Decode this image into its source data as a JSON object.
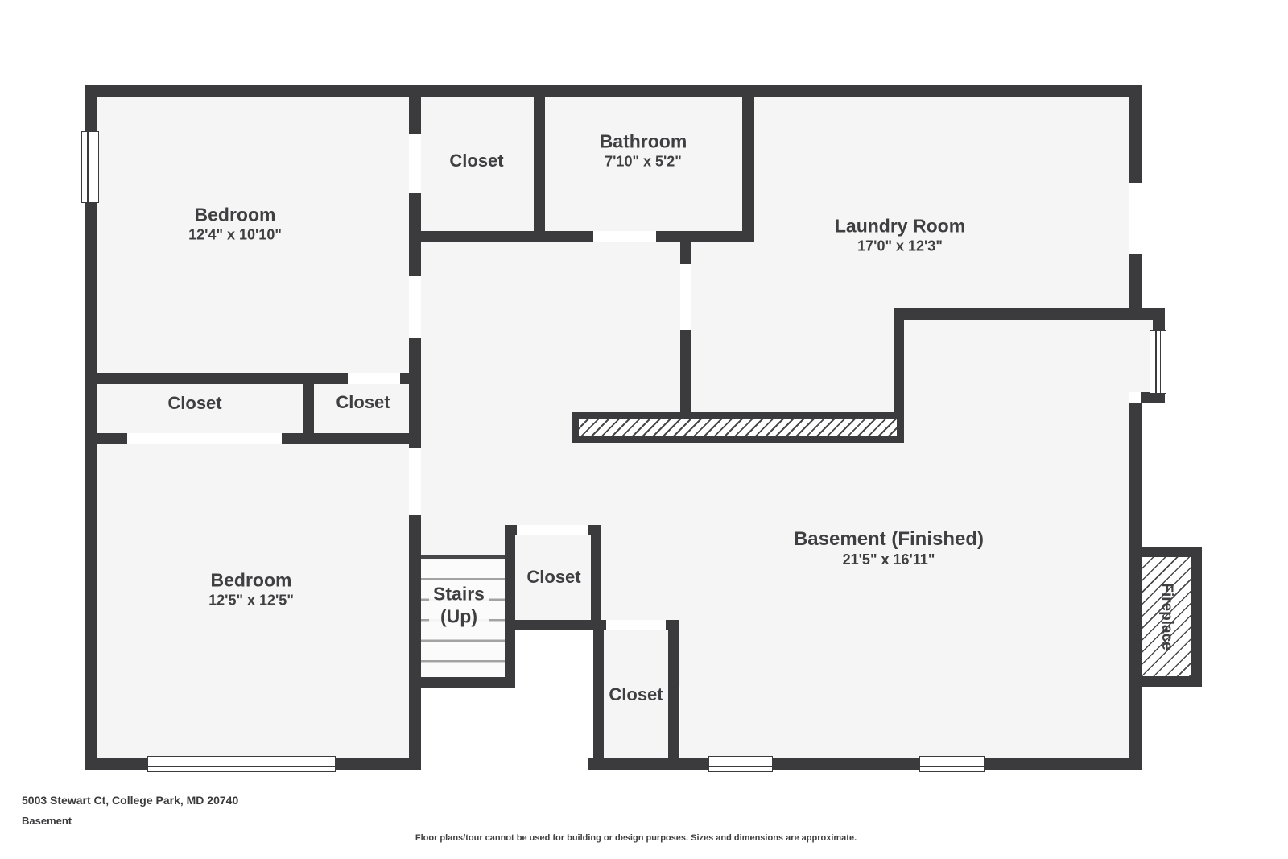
{
  "page": {
    "address": "5003 Stewart Ct, College Park, MD 20740",
    "floor_label": "Basement",
    "disclaimer": "Floor plans/tour cannot be used for building or design purposes. Sizes and dimensions are approximate."
  },
  "palette": {
    "wall": "#3b3b3d",
    "floor": "#f5f5f5",
    "opening": "#ffffff",
    "text": "#3f3f41"
  },
  "rooms": {
    "bedroom1": {
      "name": "Bedroom",
      "dims": "12'4\" x 10'10\""
    },
    "closet_top": {
      "name": "Closet"
    },
    "bathroom": {
      "name": "Bathroom",
      "dims": "7'10\" x 5'2\""
    },
    "laundry": {
      "name": "Laundry Room",
      "dims": "17'0\" x 12'3\""
    },
    "closet_wide": {
      "name": "Closet"
    },
    "closet_small": {
      "name": "Closet"
    },
    "bedroom2": {
      "name": "Bedroom",
      "dims": "12'5\" x 12'5\""
    },
    "stairs": {
      "name": "Stairs",
      "dims": "(Up)"
    },
    "closet_mid": {
      "name": "Closet"
    },
    "closet_bottom": {
      "name": "Closet"
    },
    "basement": {
      "name": "Basement (Finished)",
      "dims": "21'5\" x 16'11\""
    },
    "fireplace": {
      "name": "Fireplace"
    }
  }
}
